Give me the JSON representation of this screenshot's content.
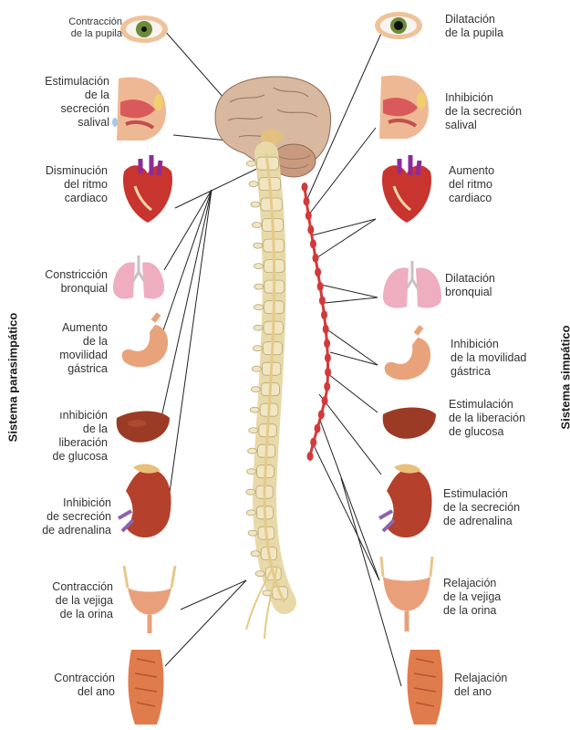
{
  "sides": {
    "left": "Sistema parasimpático",
    "right": "Sistema simpático"
  },
  "left_labels": [
    "Contracción\nde la pupila",
    "Estimulación\nde la\nsecreción\nsalival",
    "Disminución\ndel ritmo\ncardiaco",
    "Constricción\nbronquial",
    "Aumento\nde la\nmovilidad\ngástrica",
    "ınhibición\nde la\nliberación\nde glucosa",
    "Inhibición\nde secreción\nde adrenalina",
    "Contracción\nde la vejiga\nde la orina",
    "Contracción\ndel ano"
  ],
  "right_labels": [
    "Dilatación\nde la pupila",
    "Inhibición\nde la secreción\nsalival",
    "Aumento\ndel ritmo\ncardiaco",
    "Dilatación\nbronquial",
    "Inhibición\nde la movilidad\ngástrica",
    "Estimulación\nde la liberación\nde glucosa",
    "Estimulación\nde la secreción\nde adrenalina",
    "Relajación\nde la vejiga\nde la orina",
    "Relajación\ndel ano"
  ],
  "colors": {
    "bone": "#e8d9a8",
    "nerve": "#e6c98a",
    "chain": "#d23a3a",
    "brain": "#d9b8a0",
    "heart": "#c8342e",
    "lung": "#eeaec0",
    "stomach": "#e9a37a",
    "liver": "#9c3b25",
    "kidney": "#b5402c",
    "eye_iris": "#6d8a3a",
    "skin": "#efb894"
  }
}
